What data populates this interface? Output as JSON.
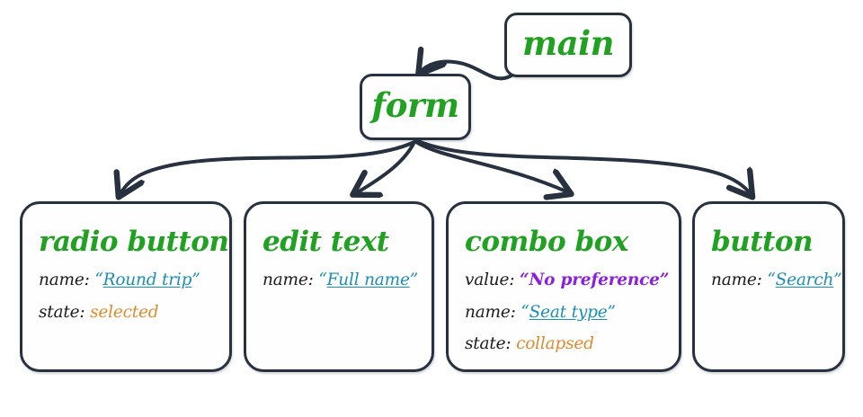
{
  "diagram": {
    "type": "accessibility-tree",
    "root": {
      "label": "main"
    },
    "container": {
      "label": "form"
    },
    "quote_open": "“",
    "quote_close": "”",
    "colors": {
      "node_border": "#27313f",
      "node_fill": "#fefefe",
      "title_green": "#21a121",
      "name_blue": "#1a8fb5",
      "value_purple": "#8b1ee0",
      "state_orange": "#e08a2e",
      "key_black": "#1c1c1c",
      "edge": "#27313f",
      "background": "#ffffff"
    },
    "nodes": [
      {
        "id": "radio-button",
        "title": "radio button",
        "properties": [
          {
            "key": "name:",
            "value": "Round trip",
            "style": "name"
          },
          {
            "key": "state:",
            "value": "selected",
            "style": "state"
          }
        ]
      },
      {
        "id": "edit-text",
        "title": "edit text",
        "properties": [
          {
            "key": "name:",
            "value": "Full name",
            "style": "name"
          }
        ]
      },
      {
        "id": "combo-box",
        "title": "combo box",
        "properties": [
          {
            "key": "value:",
            "value": "No preference",
            "style": "value"
          },
          {
            "key": "name:",
            "value": "Seat type",
            "style": "name"
          },
          {
            "key": "state:",
            "value": "collapsed",
            "style": "state"
          }
        ]
      },
      {
        "id": "button",
        "title": "button",
        "properties": [
          {
            "key": "name:",
            "value": "Search",
            "style": "name"
          }
        ]
      }
    ],
    "edges": [
      {
        "from": "main",
        "to": "form"
      },
      {
        "from": "form",
        "to": "radio-button"
      },
      {
        "from": "form",
        "to": "edit-text"
      },
      {
        "from": "form",
        "to": "combo-box"
      },
      {
        "from": "form",
        "to": "button"
      }
    ]
  }
}
